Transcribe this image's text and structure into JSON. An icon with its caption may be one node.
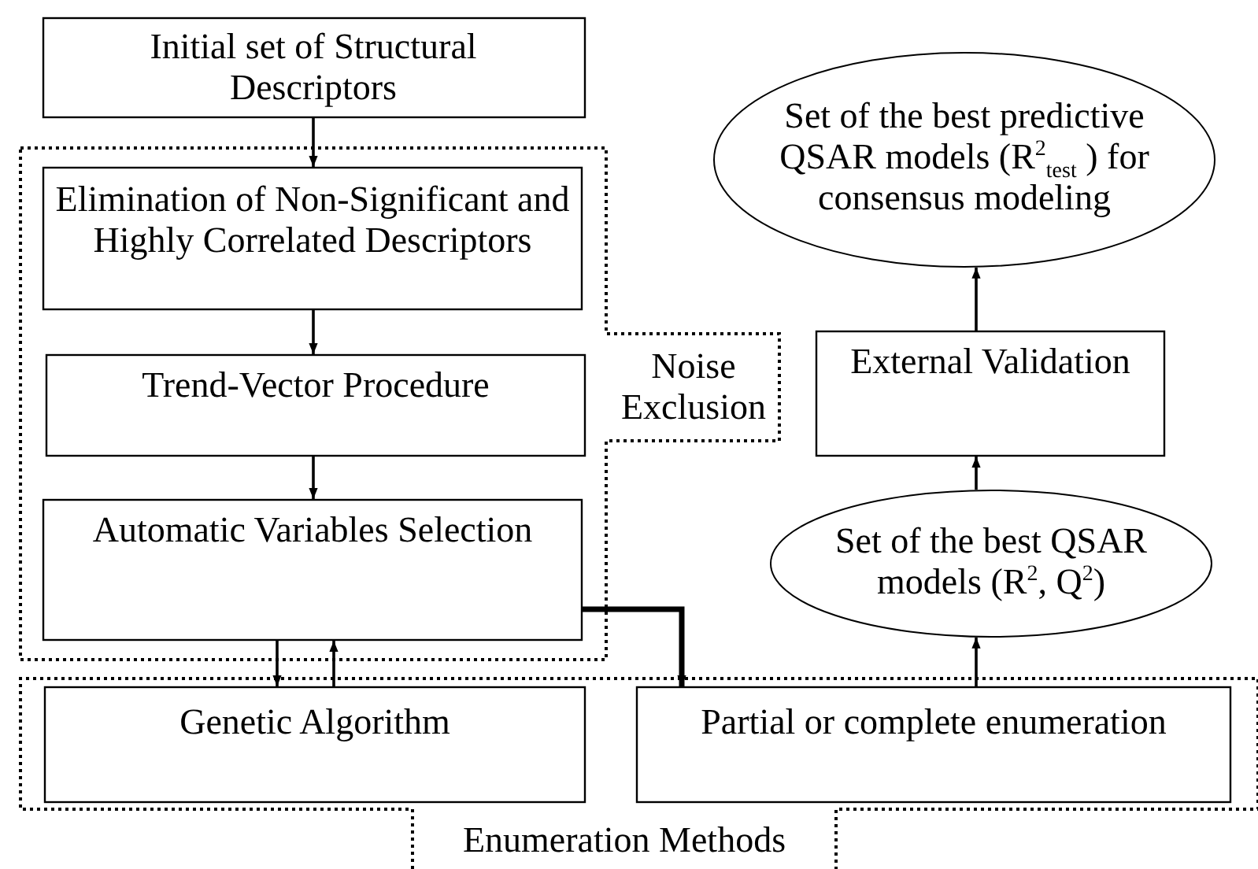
{
  "diagram": {
    "nodes": [
      {
        "text": [
          "Initial set of Structural Descriptors"
        ]
      },
      {
        "text": [
          "Noise Exclusion"
        ]
      },
      {
        "text": [
          "Elimination of Non-Significant and Highly Correlated Descriptors"
        ],
        "in": 1
      },
      {
        "text": [
          "Trend-Vector Procedure"
        ],
        "in": 1
      },
      {
        "text": [
          "Automatic Variables Selection"
        ],
        "in": 1
      },
      {
        "text": [
          "Enumeration Methods"
        ]
      },
      {
        "text": [
          "Genetic Algorithm"
        ],
        "in": 5
      },
      {
        "text": [
          "Partial or complete enumeration"
        ],
        "in": 5
      },
      {
        "text": [
          "Set of the best QSAR models (R$^{2}$, Q$^{2}$)"
        ]
      },
      {
        "text": [
          "External Validation"
        ]
      },
      {
        "text": [
          "Set of the best predictive QSAR models (R$^{2}$$_{test}$ ) for consensus modeling"
        ]
      }
    ],
    "edges": [
      {
        "from": 0,
        "to": 2,
        "arrow": "to"
      },
      {
        "from": 2,
        "to": 3,
        "arrow": "to"
      },
      {
        "from": 3,
        "to": 4,
        "arrow": "to"
      },
      {
        "from": 4,
        "to": 6,
        "arrow": "to"
      },
      {
        "from": 6,
        "to": 4,
        "arrow": "to"
      },
      {
        "from": 4,
        "to": 7,
        "arrow": "to",
        "style": "thick"
      },
      {
        "from": 7,
        "to": 8,
        "arrow": "to"
      },
      {
        "from": 8,
        "to": 9,
        "arrow": "to"
      },
      {
        "from": 9,
        "to": 10,
        "arrow": "to"
      }
    ]
  }
}
